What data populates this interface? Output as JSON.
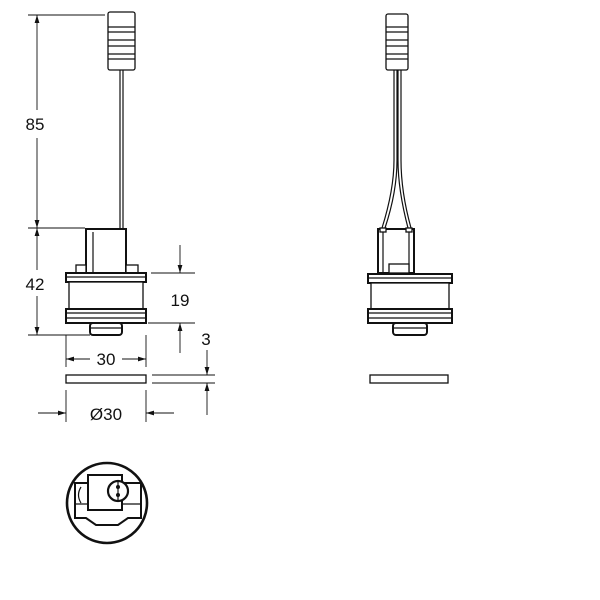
{
  "dimensions": {
    "height_cable": "85",
    "height_body": "42",
    "height_thread": "19",
    "seal_thickness": "3",
    "body_width": "30",
    "seal_diameter": "Ø30"
  },
  "colors": {
    "line": "#111111",
    "background": "#ffffff"
  }
}
